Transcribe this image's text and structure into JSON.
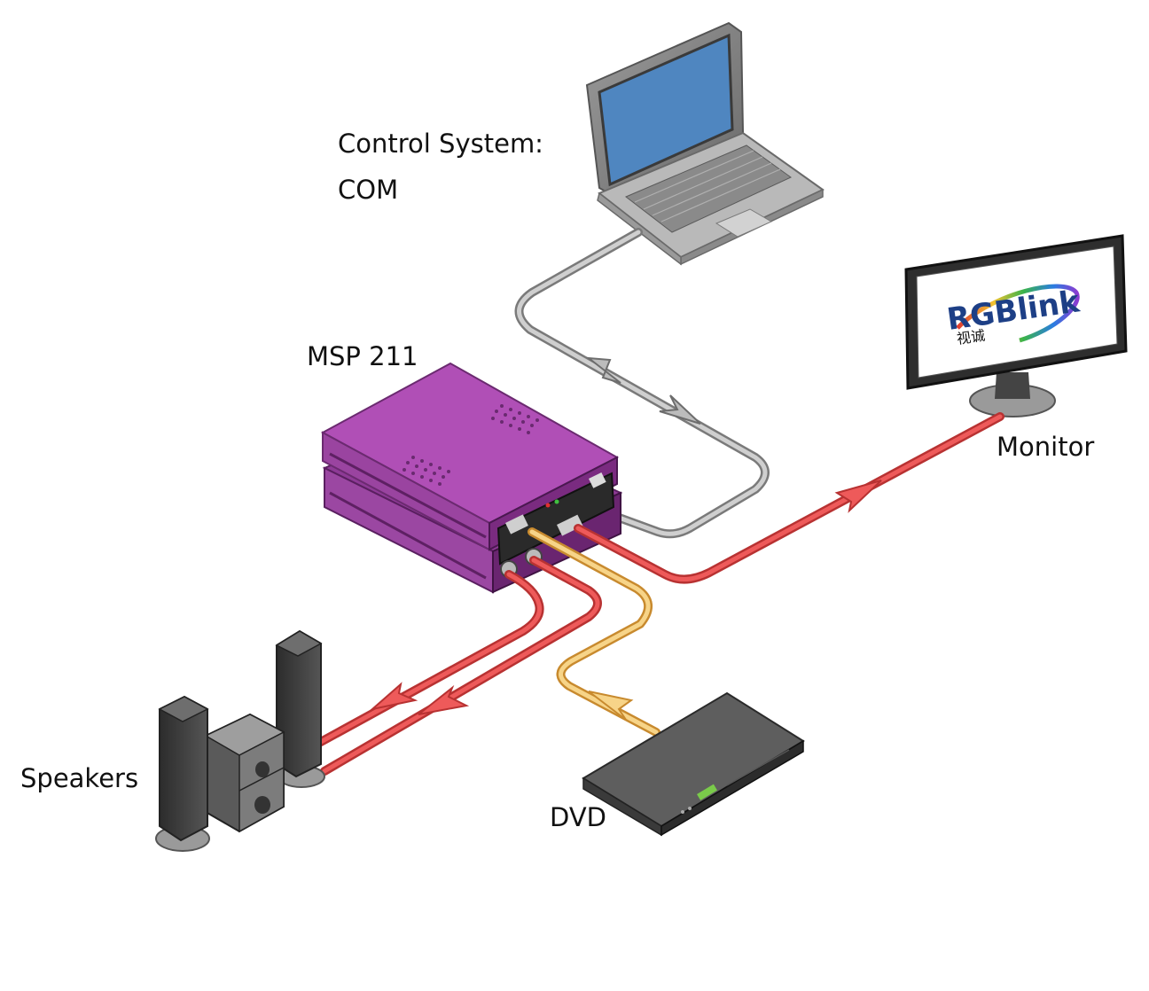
{
  "labels": {
    "control_line1": "Control System:",
    "control_line2": "COM",
    "processor": "MSP 211",
    "monitor": "Monitor",
    "speakers": "Speakers",
    "dvd": "DVD"
  },
  "monitor_screen": {
    "logo_text": "RGBlink",
    "logo_subtext": "视诚"
  },
  "colors": {
    "processor_body": "#b04fb6",
    "processor_dark": "#7a2b80",
    "cable_audio_video": "#e84545",
    "cable_dvd": "#f2c26b",
    "cable_control": "#bdbdbd",
    "laptop_screen": "#4f86c0"
  },
  "connections": [
    {
      "from": "MSP 211",
      "to": "Monitor",
      "cable": "red",
      "direction": "to-monitor"
    },
    {
      "from": "Control System: COM",
      "to": "MSP 211",
      "cable": "grey",
      "direction": "bidirectional"
    },
    {
      "from": "DVD",
      "to": "MSP 211",
      "cable": "yellow",
      "direction": "to-processor"
    },
    {
      "from": "MSP 211",
      "to": "Speakers",
      "cable": "red",
      "direction": "to-speakers"
    },
    {
      "from": "MSP 211",
      "to": "Speakers",
      "cable": "red",
      "direction": "to-speakers"
    }
  ]
}
